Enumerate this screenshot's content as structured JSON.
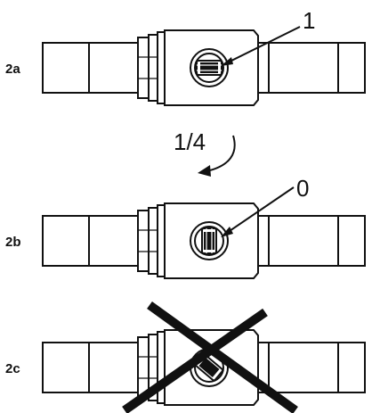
{
  "panels": [
    {
      "label": "2a",
      "callout": "1",
      "state": "open"
    },
    {
      "label": "2b",
      "callout": "0",
      "state": "closed"
    },
    {
      "label": "2c",
      "callout": "",
      "state": "wrong"
    }
  ],
  "rotation": {
    "label": "1/4"
  },
  "colors": {
    "ink": "#111111",
    "background": "#ffffff"
  }
}
